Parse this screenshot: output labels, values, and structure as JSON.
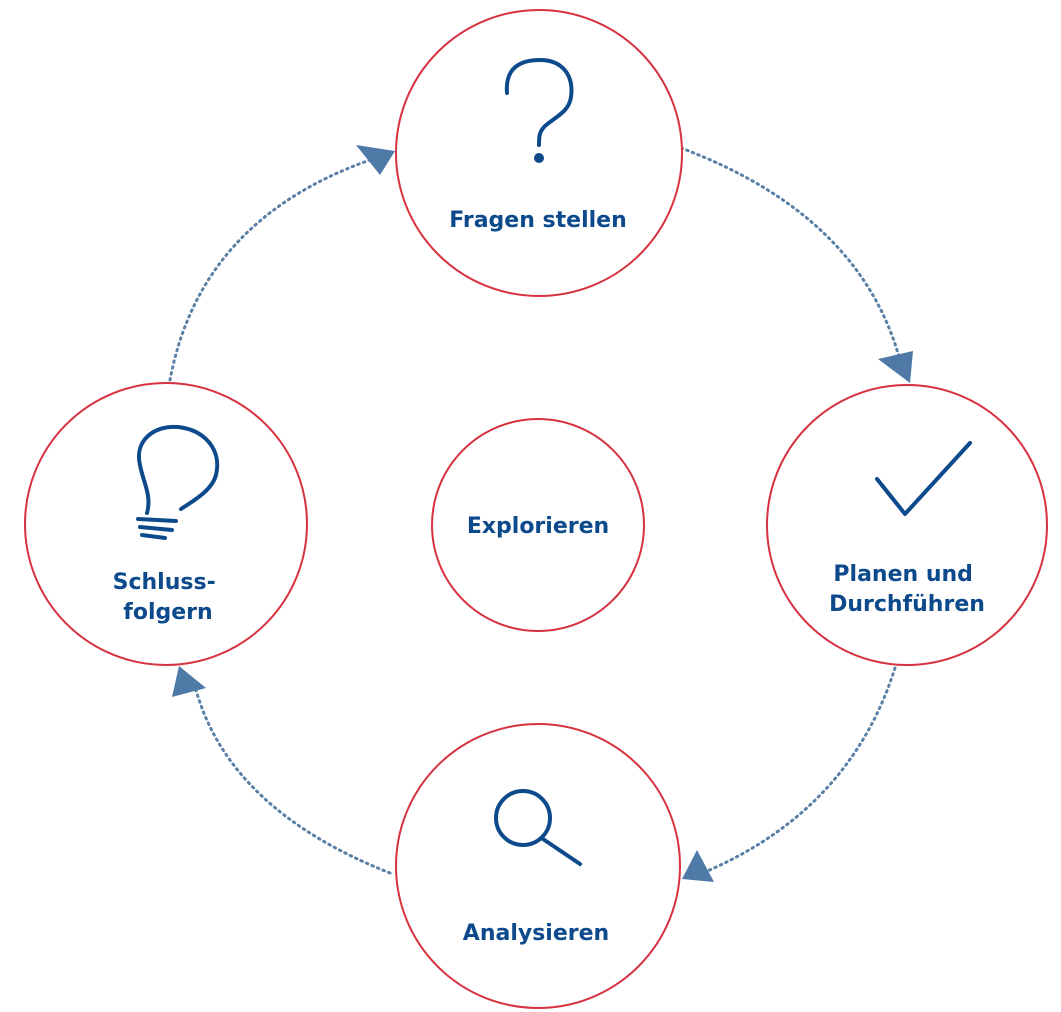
{
  "center": {
    "label": "Explorieren"
  },
  "steps": [
    {
      "lines": [
        "Fragen stellen"
      ],
      "icon": "question-mark-icon"
    },
    {
      "lines": [
        "Planen und",
        "Durchführen"
      ],
      "icon": "checkmark-icon"
    },
    {
      "lines": [
        "Analysieren"
      ],
      "icon": "magnifier-icon"
    },
    {
      "lines": [
        "Schluss-",
        "folgern"
      ],
      "icon": "lightbulb-icon"
    }
  ],
  "colors": {
    "ring": "#d7323f",
    "text": "#0c4a8c",
    "connector": "#5a80a6",
    "arrow": "#4f7aa8"
  }
}
